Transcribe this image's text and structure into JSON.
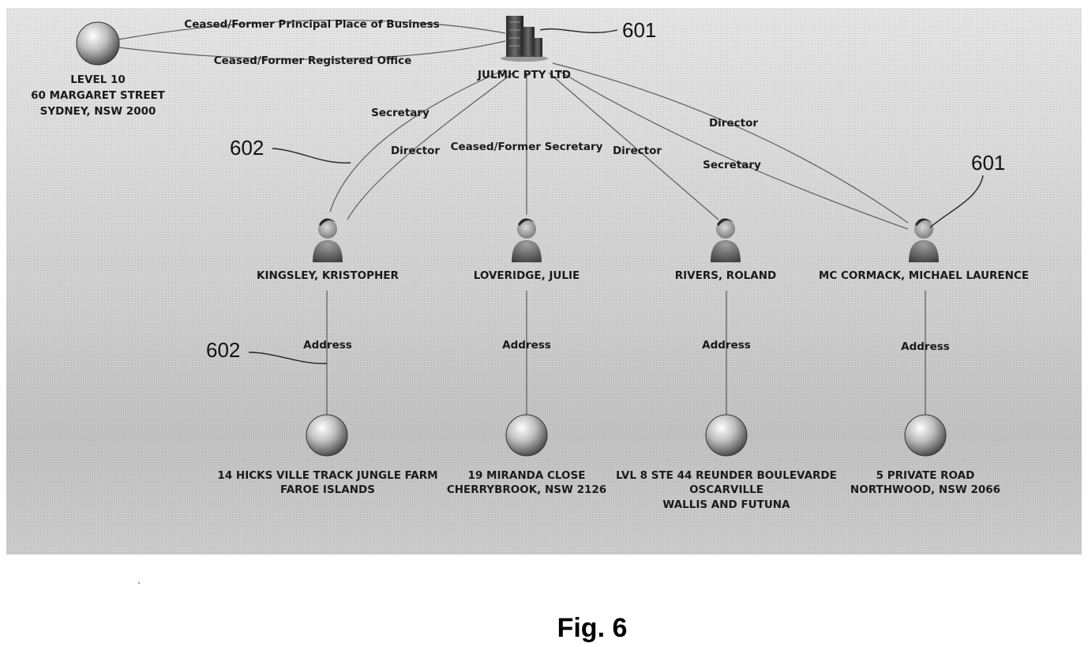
{
  "company": {
    "name": "JULMIC PTY LTD",
    "icon": "building-icon",
    "ref": "601"
  },
  "registered_address": {
    "lines": [
      "LEVEL 10",
      "60 MARGARET STREET",
      "SYDNEY, NSW 2000"
    ],
    "icon": "globe-icon"
  },
  "company_links": [
    {
      "label": "Ceased/Former Principal Place of Business"
    },
    {
      "label": "Ceased/Former Registered Office"
    }
  ],
  "people": [
    {
      "name": "KINGSLEY, KRISTOPHER",
      "icon": "person-icon",
      "roles": [
        "Secretary",
        "Director"
      ],
      "address_edge_label": "Address",
      "address_lines": [
        "14 HICKS VILLE TRACK JUNGLE FARM",
        "FAROE ISLANDS"
      ]
    },
    {
      "name": "LOVERIDGE, JULIE",
      "icon": "person-icon",
      "roles": [
        "Ceased/Former Secretary"
      ],
      "address_edge_label": "Address",
      "address_lines": [
        "19 MIRANDA CLOSE",
        "CHERRYBROOK, NSW 2126"
      ]
    },
    {
      "name": "RIVERS, ROLAND",
      "icon": "person-icon",
      "roles": [
        "Director"
      ],
      "address_edge_label": "Address",
      "address_lines": [
        "LVL 8 STE 44 REUNDER BOULEVARDE",
        "OSCARVILLE",
        "WALLIS AND FUTUNA"
      ]
    },
    {
      "name": "MC CORMACK, MICHAEL LAURENCE",
      "icon": "person-icon",
      "roles": [
        "Director",
        "Secretary"
      ],
      "address_edge_label": "Address",
      "address_lines": [
        "5 PRIVATE ROAD",
        "NORTHWOOD, NSW 2066"
      ]
    }
  ],
  "reference_numerals": {
    "company": "601",
    "person": "601",
    "role_edge": "602",
    "address_edge": "602"
  },
  "caption": "Fig. 6",
  "colors": {
    "background_top": "#e4e4e4",
    "background_bottom": "#bdbdbd",
    "edge": "#5a5a5a",
    "text": "#1a1a1a"
  }
}
